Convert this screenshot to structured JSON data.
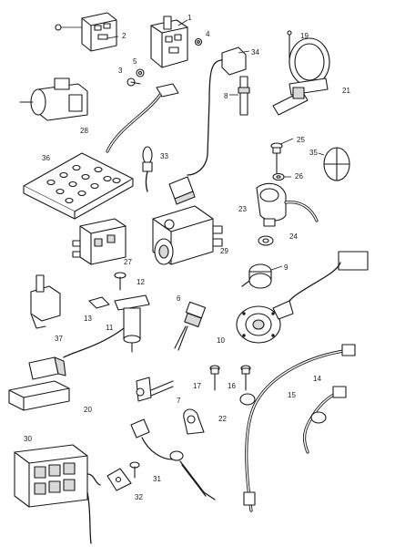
{
  "callouts": [
    {
      "id": "c1",
      "text": "1"
    },
    {
      "id": "c2",
      "text": "2"
    },
    {
      "id": "c3",
      "text": "3"
    },
    {
      "id": "c4",
      "text": "4"
    },
    {
      "id": "c5",
      "text": "5"
    },
    {
      "id": "c6",
      "text": "6"
    },
    {
      "id": "c7",
      "text": "7"
    },
    {
      "id": "c8",
      "text": "8"
    },
    {
      "id": "c9",
      "text": "9"
    },
    {
      "id": "c10",
      "text": "10"
    },
    {
      "id": "c11",
      "text": "11"
    },
    {
      "id": "c12",
      "text": "12"
    },
    {
      "id": "c13",
      "text": "13"
    },
    {
      "id": "c14",
      "text": "14"
    },
    {
      "id": "c15",
      "text": "15"
    },
    {
      "id": "c16",
      "text": "16"
    },
    {
      "id": "c17",
      "text": "17"
    },
    {
      "id": "c19",
      "text": "19"
    },
    {
      "id": "c20",
      "text": "20"
    },
    {
      "id": "c21",
      "text": "21"
    },
    {
      "id": "c22",
      "text": "22"
    },
    {
      "id": "c23",
      "text": "23"
    },
    {
      "id": "c24",
      "text": "24"
    },
    {
      "id": "c25",
      "text": "25"
    },
    {
      "id": "c26",
      "text": "26"
    },
    {
      "id": "c27",
      "text": "27"
    },
    {
      "id": "c28",
      "text": "28"
    },
    {
      "id": "c29",
      "text": "29"
    },
    {
      "id": "c30",
      "text": "30"
    },
    {
      "id": "c31",
      "text": "31"
    },
    {
      "id": "c32",
      "text": "32"
    },
    {
      "id": "c33",
      "text": "33"
    },
    {
      "id": "c34",
      "text": "34"
    },
    {
      "id": "c35",
      "text": "35"
    },
    {
      "id": "c36",
      "text": "36"
    },
    {
      "id": "c37",
      "text": "37"
    }
  ]
}
